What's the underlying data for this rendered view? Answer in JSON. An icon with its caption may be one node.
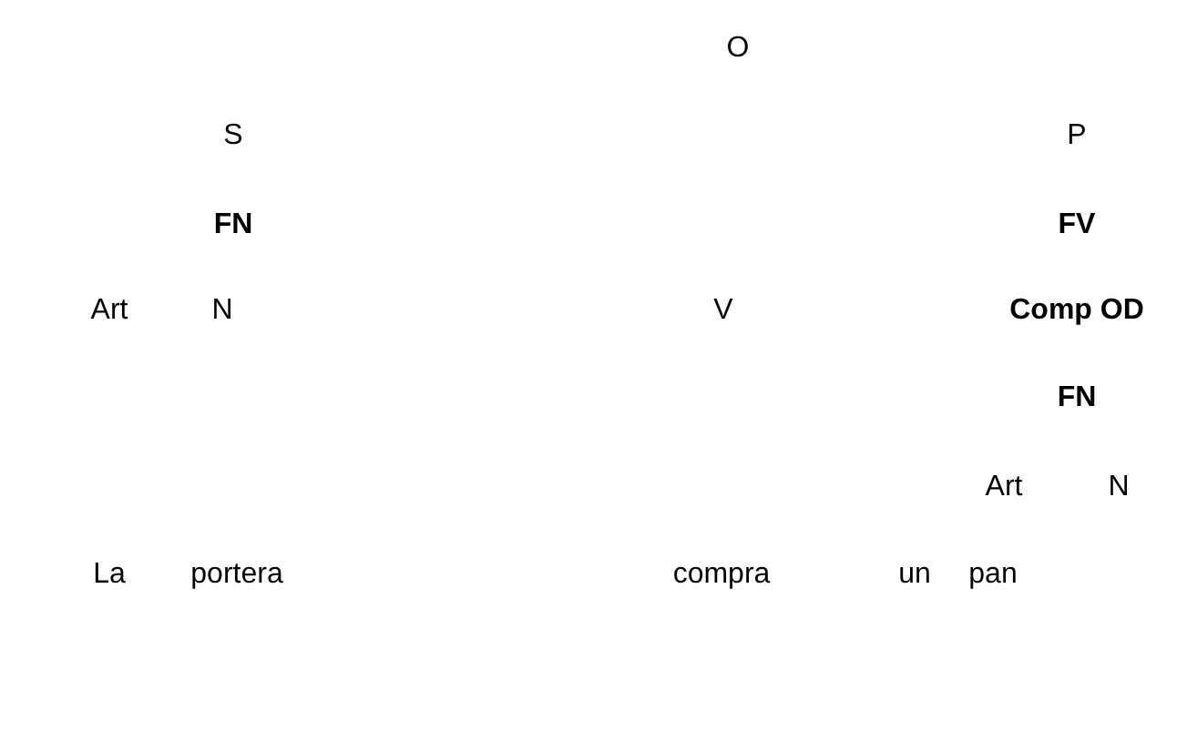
{
  "diagram": {
    "labels": [
      "O",
      "S",
      "P",
      "FN",
      "FV",
      "Art",
      "N",
      "V",
      "Comp OD",
      "FN",
      "Art",
      "N",
      "La",
      "portera",
      "compra",
      "un",
      "pan"
    ]
  }
}
